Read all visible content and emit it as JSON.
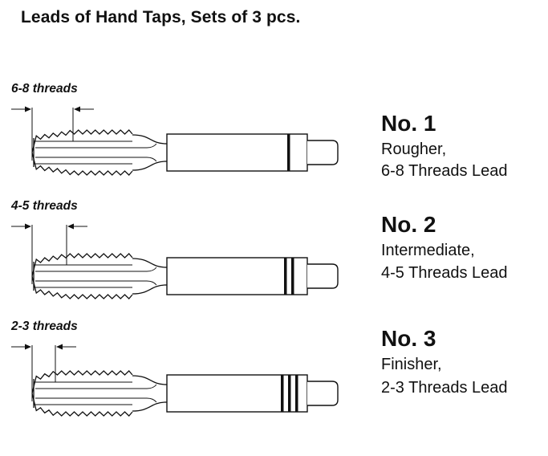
{
  "page": {
    "title": "Leads of Hand Taps, Sets of 3 pcs."
  },
  "taps": [
    {
      "lead_label": "6-8 threads",
      "name": "No. 1",
      "description": "Rougher,",
      "lead_text": "6-8 Threads Lead",
      "taper_threads": 7,
      "ring_count": 1
    },
    {
      "lead_label": "4-5 threads",
      "name": "No. 2",
      "description": "Intermediate,",
      "lead_text": "4-5 Threads Lead",
      "taper_threads": 4.5,
      "ring_count": 2
    },
    {
      "lead_label": "2-3 threads",
      "name": "No. 3",
      "description": "Finisher,",
      "lead_text": "2-3 Threads Lead",
      "taper_threads": 2.5,
      "ring_count": 3
    }
  ]
}
